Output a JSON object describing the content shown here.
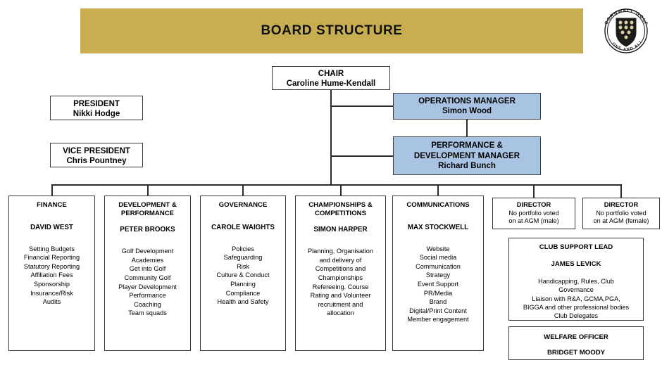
{
  "header": {
    "title": "BOARD STRUCTURE",
    "gold": "#C9AE51",
    "blue": "#A9C4E3"
  },
  "logo": {
    "name": "cornwall-golf-logo",
    "top_text": "CORNWALL GOLF",
    "bottom_text": "ONE AND ALL"
  },
  "org": {
    "chair": {
      "title": "CHAIR",
      "name": "Caroline Hume-Kendall"
    },
    "operations_manager": {
      "title": "OPERATIONS MANAGER",
      "name": "Simon Wood"
    },
    "performance_manager": {
      "title": "PERFORMANCE &\nDEVELOPMENT MANAGER",
      "title_line1": "PERFORMANCE &",
      "title_line2": "DEVELOPMENT MANAGER",
      "name": "Richard Bunch"
    },
    "president": {
      "title": "PRESIDENT",
      "name": "Nikki Hodge"
    },
    "vice_president": {
      "title": "VICE PRESIDENT",
      "name": "Chris Pountney"
    }
  },
  "departments": [
    {
      "title": "FINANCE",
      "title_line1": "FINANCE",
      "title_line2": "",
      "name": "DAVID WEST",
      "duties": "Setting Budgets\nFinancial Reporting\nStatutory Reporting\nAffiliation Fees\nSponsorship\nInsurance/Risk\nAudits"
    },
    {
      "title": "DEVELOPMENT & PERFORMANCE",
      "title_line1": "DEVELOPMENT &",
      "title_line2": "PERFORMANCE",
      "name": "PETER BROOKS",
      "duties": "Golf Development\nAcademies\nGet into Golf\nCommunity Golf\nPlayer Development\nPerformance\nCoaching\nTeam squads"
    },
    {
      "title": "GOVERNANCE",
      "title_line1": "GOVERNANCE",
      "title_line2": "",
      "name": "CAROLE WAIGHTS",
      "duties": "Policies\nSafeguarding\nRisk\nCulture & Conduct\nPlanning\nCompliance\nHealth and Safety"
    },
    {
      "title": "CHAMPIONSHIPS & COMPETITIONS",
      "title_line1": "CHAMPIONSHIPS &",
      "title_line2": "COMPETITIONS",
      "name": "SIMON HARPER",
      "duties": "Planning, Organisation\nand delivery of\nCompetitions and\nChampionships\nRefereeing. Course\nRating and Volunteer\nrecruitment and\nallocation"
    },
    {
      "title": "COMMUNICATIONS",
      "title_line1": "COMMUNICATIONS",
      "title_line2": "",
      "name": "MAX STOCKWELL",
      "duties": "Website\nSocial media\nCommunication\nStrategy\nEvent Support\nPR/Media\nBrand\nDigital/Print Content\nMember engagement"
    }
  ],
  "directors": [
    {
      "title": "DIRECTOR",
      "detail": "No portfolio voted\non at AGM (male)"
    },
    {
      "title": "DIRECTOR",
      "detail": "No portfolio voted\non at AGM (female)"
    }
  ],
  "club_support_lead": {
    "title": "CLUB SUPPORT LEAD",
    "name": "JAMES LEVICK",
    "duties": "Handicapping, Rules, Club\nGovernance\nLiaison with R&A, GCMA,PGA,\nBIGGA and other professional bodies\nClub Delegates"
  },
  "welfare_officer": {
    "title": "WELFARE OFFICER",
    "name": "BRIDGET MOODY"
  }
}
